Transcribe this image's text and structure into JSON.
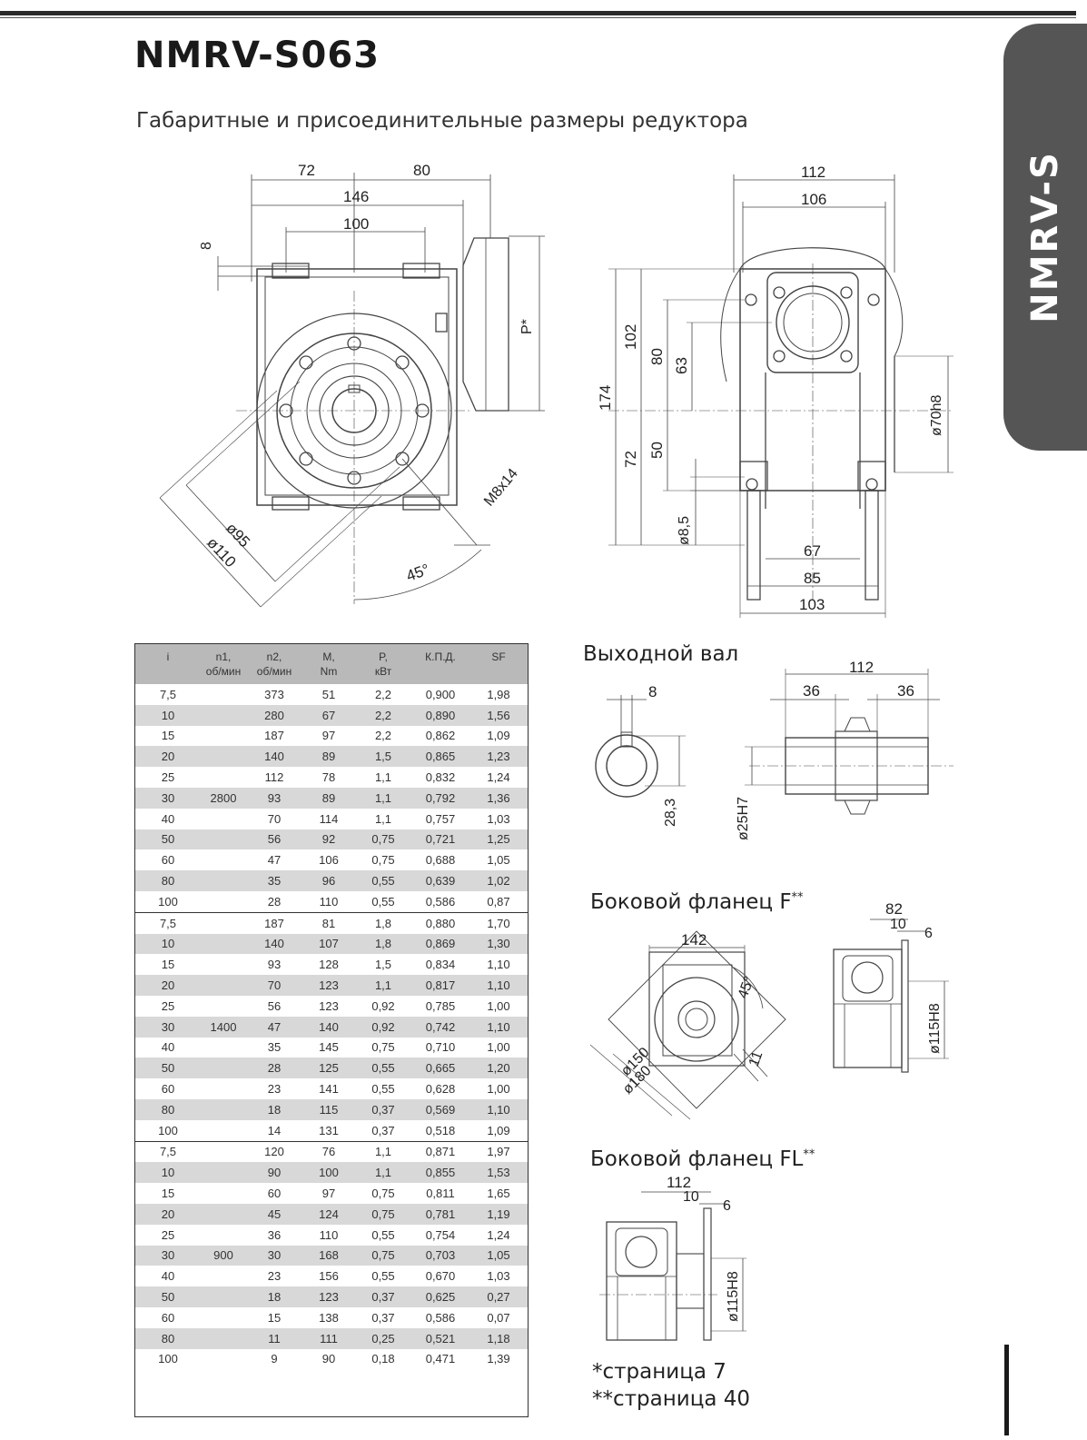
{
  "page": {
    "title": "NMRV-S063",
    "subtitle": "Габаритные и присоединительные размеры редуктора",
    "side_tab": "NMRV-S"
  },
  "front_view": {
    "dims": [
      "72",
      "80",
      "146",
      "100",
      "8",
      "P*",
      "ø95",
      "ø110",
      "M8x14",
      "45°"
    ]
  },
  "side_view": {
    "dims": [
      "112",
      "106",
      "174",
      "102",
      "80",
      "63",
      "72",
      "50",
      "ø8,5",
      "ø70h8",
      "67",
      "85",
      "103"
    ]
  },
  "output_shaft": {
    "label": "Выходной вал",
    "dims": [
      "8",
      "28,3",
      "ø25H7",
      "112",
      "36",
      "36"
    ]
  },
  "flange_f": {
    "label": "Боковой фланец F",
    "mark": "**",
    "dims": [
      "142",
      "45°",
      "11",
      "ø150",
      "ø180",
      "82",
      "10",
      "6",
      "ø115H8"
    ]
  },
  "flange_fl": {
    "label": "Боковой фланец FL",
    "mark": "**",
    "dims": [
      "112",
      "10",
      "6",
      "ø115H8"
    ]
  },
  "footnotes": [
    "*страница 7",
    "**страница 40"
  ],
  "table": {
    "headers": [
      {
        "l1": "i",
        "l2": ""
      },
      {
        "l1": "n1,",
        "l2": "об/мин"
      },
      {
        "l1": "n2,",
        "l2": "об/мин"
      },
      {
        "l1": "M,",
        "l2": "Nm"
      },
      {
        "l1": "P,",
        "l2": "кВт"
      },
      {
        "l1": "К.П.Д.",
        "l2": ""
      },
      {
        "l1": "SF",
        "l2": ""
      }
    ],
    "groups": [
      {
        "n1": "2800",
        "rows": [
          [
            "7,5",
            "373",
            "51",
            "2,2",
            "0,900",
            "1,98"
          ],
          [
            "10",
            "280",
            "67",
            "2,2",
            "0,890",
            "1,56"
          ],
          [
            "15",
            "187",
            "97",
            "2,2",
            "0,862",
            "1,09"
          ],
          [
            "20",
            "140",
            "89",
            "1,5",
            "0,865",
            "1,23"
          ],
          [
            "25",
            "112",
            "78",
            "1,1",
            "0,832",
            "1,24"
          ],
          [
            "30",
            "93",
            "89",
            "1,1",
            "0,792",
            "1,36"
          ],
          [
            "40",
            "70",
            "114",
            "1,1",
            "0,757",
            "1,03"
          ],
          [
            "50",
            "56",
            "92",
            "0,75",
            "0,721",
            "1,25"
          ],
          [
            "60",
            "47",
            "106",
            "0,75",
            "0,688",
            "1,05"
          ],
          [
            "80",
            "35",
            "96",
            "0,55",
            "0,639",
            "1,02"
          ],
          [
            "100",
            "28",
            "110",
            "0,55",
            "0,586",
            "0,87"
          ]
        ]
      },
      {
        "n1": "1400",
        "rows": [
          [
            "7,5",
            "187",
            "81",
            "1,8",
            "0,880",
            "1,70"
          ],
          [
            "10",
            "140",
            "107",
            "1,8",
            "0,869",
            "1,30"
          ],
          [
            "15",
            "93",
            "128",
            "1,5",
            "0,834",
            "1,10"
          ],
          [
            "20",
            "70",
            "123",
            "1,1",
            "0,817",
            "1,10"
          ],
          [
            "25",
            "56",
            "123",
            "0,92",
            "0,785",
            "1,00"
          ],
          [
            "30",
            "47",
            "140",
            "0,92",
            "0,742",
            "1,10"
          ],
          [
            "40",
            "35",
            "145",
            "0,75",
            "0,710",
            "1,00"
          ],
          [
            "50",
            "28",
            "125",
            "0,55",
            "0,665",
            "1,20"
          ],
          [
            "60",
            "23",
            "141",
            "0,55",
            "0,628",
            "1,00"
          ],
          [
            "80",
            "18",
            "115",
            "0,37",
            "0,569",
            "1,10"
          ],
          [
            "100",
            "14",
            "131",
            "0,37",
            "0,518",
            "1,09"
          ]
        ]
      },
      {
        "n1": "900",
        "rows": [
          [
            "7,5",
            "120",
            "76",
            "1,1",
            "0,871",
            "1,97"
          ],
          [
            "10",
            "90",
            "100",
            "1,1",
            "0,855",
            "1,53"
          ],
          [
            "15",
            "60",
            "97",
            "0,75",
            "0,811",
            "1,65"
          ],
          [
            "20",
            "45",
            "124",
            "0,75",
            "0,781",
            "1,19"
          ],
          [
            "25",
            "36",
            "110",
            "0,55",
            "0,754",
            "1,24"
          ],
          [
            "30",
            "30",
            "168",
            "0,75",
            "0,703",
            "1,05"
          ],
          [
            "40",
            "23",
            "156",
            "0,55",
            "0,670",
            "1,03"
          ],
          [
            "50",
            "18",
            "123",
            "0,37",
            "0,625",
            "0,27"
          ],
          [
            "60",
            "15",
            "138",
            "0,37",
            "0,586",
            "0,07"
          ],
          [
            "80",
            "11",
            "111",
            "0,25",
            "0,521",
            "1,18"
          ],
          [
            "100",
            "9",
            "90",
            "0,18",
            "0,471",
            "1,39"
          ]
        ]
      }
    ]
  }
}
